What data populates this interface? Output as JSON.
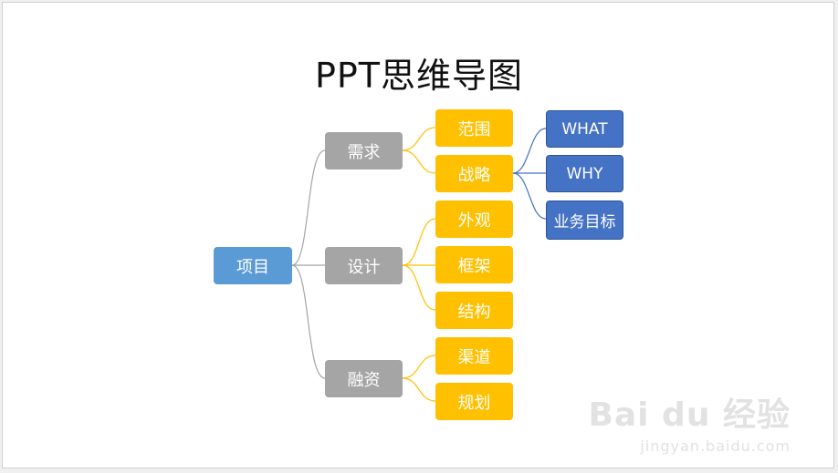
{
  "slide": {
    "title": "PPT思维导图"
  },
  "mindmap": {
    "root": "项目",
    "level1": [
      "需求",
      "设计",
      "融资"
    ],
    "level2": [
      "范围",
      "战略",
      "外观",
      "框架",
      "结构",
      "渠道",
      "规划"
    ],
    "level3": [
      "WHAT",
      "WHY",
      "业务目标"
    ]
  },
  "colors": {
    "root": "#5b9bd5",
    "level1": "#a5a5a5",
    "level2": "#ffc000",
    "level3": "#4472c4",
    "line_gray": "#a5a5a5",
    "line_orange": "#ffc000",
    "line_blue": "#4472c4"
  },
  "watermark": {
    "logo": "Bai du 经验",
    "url": "jingyan.baidu.com"
  }
}
